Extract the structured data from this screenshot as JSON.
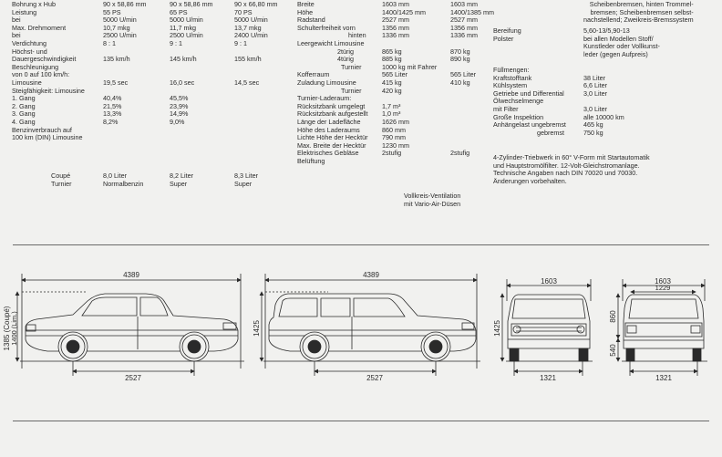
{
  "engine_specs": {
    "labels": [
      "Bohrung x Hub",
      "Leistung",
      "bei",
      "Max. Drehmoment",
      "bei",
      "Verdichtung",
      "Höchst- und",
      "Dauergeschwindigkeit",
      "Beschleunigung",
      "von 0 auf 100 km/h:",
      "Limousine",
      "Steigfähigkeit: Limousine",
      "1. Gang",
      "2. Gang",
      "3. Gang",
      "4. Gang",
      "Benzinverbrauch auf",
      "100 km (DIN) Limousine"
    ],
    "col1": [
      "90 x 58,86 mm",
      "55 PS",
      "5000 U/min",
      "10,7 mkg",
      "2500 U/min",
      "8 : 1",
      "",
      "135 km/h",
      "",
      "",
      "19,5 sec",
      "",
      "40,4%",
      "21,5%",
      "13,3%",
      "8,2%",
      "",
      "",
      ""
    ],
    "col2": [
      "90 x 58,86 mm",
      "65 PS",
      "5000 U/min",
      "11,7 mkg",
      "2500 U/min",
      "9 : 1",
      "",
      "145 km/h",
      "",
      "",
      "16,0 sec",
      "",
      "45,5%",
      "23,9%",
      "14,9%",
      "9,0%",
      "",
      "",
      ""
    ],
    "col3": [
      "90 x 66,80 mm",
      "70 PS",
      "5000 U/min",
      "13,7 mkg",
      "2400 U/min",
      "9 : 1",
      "",
      "155 km/h",
      "",
      "",
      "14,5 sec",
      "",
      "",
      "",
      "",
      "",
      "",
      "",
      ""
    ],
    "consumption": {
      "coupe_label": "Coupé",
      "turnier_label": "Turnier",
      "c1": [
        "8,0 Liter",
        "Normalbenzin"
      ],
      "c2": [
        "8,2 Liter",
        "Super"
      ],
      "c3": [
        "8,3 Liter",
        "Super"
      ]
    }
  },
  "dimension_specs": {
    "labels": [
      "Breite",
      "Höhe",
      "Radstand",
      "Schulterfreiheit vorn",
      "hinten",
      "Leergewicht Limousine",
      "2türig",
      "4türig",
      "Turnier",
      "Kofferraum",
      "Zuladung   Limousine",
      "Turnier",
      "Turnier-Laderaum:",
      "Rücksitzbank umgelegt",
      "Rücksitzbank aufgestellt",
      "Länge der Ladefläche",
      "Höhe des Laderaums",
      "Lichte Höhe der Hecktür",
      "Max. Breite der Hecktür",
      "Elektrisches Gebläse",
      "Belüftung"
    ],
    "col1": [
      "1603 mm",
      "1400/1425 mm",
      "2527 mm",
      "1356 mm",
      "1336 mm",
      "",
      "865 kg",
      "885 kg",
      "1000 kg mit Fahrer",
      "565 Liter",
      "415 kg",
      "420 kg",
      "",
      "1,7 m³",
      "1,0 m³",
      "1626 mm",
      "860 mm",
      "790 mm",
      "1230 mm",
      "2stufig",
      ""
    ],
    "col2": [
      "1603 mm",
      "1400/1385 mm",
      "2527 mm",
      "1356 mm",
      "1336 mm",
      "",
      "870 kg",
      "890 kg",
      "",
      "565 Liter",
      "410 kg",
      "",
      "",
      "",
      "",
      "",
      "",
      "",
      "",
      "2stufig",
      ""
    ],
    "ventilation": [
      "Vollkreis-Ventilation",
      "mit Vario-Air-Düsen"
    ]
  },
  "right_col": {
    "brakes": [
      "Scheibenbremsen, hinten Trommel-",
      "bremsen; Scheibenbremsen selbst-",
      "nachstellend; Zweikreis-Bremssystem"
    ],
    "labels": [
      "Bereifung",
      "Polster",
      "",
      "",
      "",
      "Füllmengen:",
      "Kraftstofftank",
      "Kühlsystem",
      "Getriebe und Differential",
      "Ölwechselmenge",
      "mit Filter",
      "Große Inspektion",
      "Anhängelast ungebremst",
      "gebremst"
    ],
    "values": [
      "5,60-13/5,90-13",
      "bei allen Modellen Stoff/",
      "Kunstleder oder Vollkunst-",
      "leder (gegen Aufpreis)",
      "",
      "",
      "38 Liter",
      "6,6 Liter",
      "3,0 Liter",
      "",
      "3,0 Liter",
      "alle 10000 km",
      "465 kg",
      "750 kg"
    ],
    "notes": [
      "4-Zylinder-Triebwerk in 60° V-Form mit Startautomatik",
      "und Hauptstromölfilter. 12-Volt-Gleichstromanlage.",
      "Technische Angaben nach DIN 70020 und 70030.",
      "Änderungen vorbehalten."
    ]
  },
  "drawings": {
    "coupe": {
      "length": "4389",
      "wheelbase": "2527",
      "height": "1385 (Coupé)",
      "height2": "1400 (Lim.)"
    },
    "turnier": {
      "length": "4389",
      "wheelbase": "2527",
      "height": "1425"
    },
    "front": {
      "width": "1603",
      "track": "1321",
      "height": "1425"
    },
    "rear": {
      "width": "1603",
      "inner": "1229",
      "track": "1321",
      "h1": "860",
      "h2": "540"
    }
  },
  "colors": {
    "paper": "#f1f1ef",
    "ink": "#2a2a2a"
  }
}
